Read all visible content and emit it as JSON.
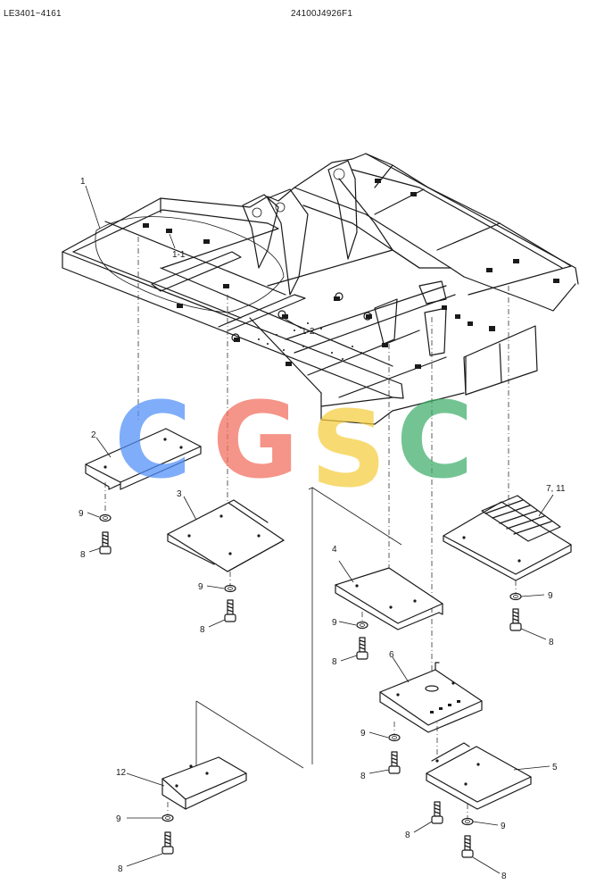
{
  "header": {
    "left": "LE3401~4161",
    "right": "24100J4926F1"
  },
  "watermark": {
    "letters": [
      {
        "char": "C",
        "color": "#4f8ef7"
      },
      {
        "char": "G",
        "color": "#f26b5b"
      },
      {
        "char": "S",
        "color": "#f5cd3c"
      },
      {
        "char": "C",
        "color": "#3fae6a"
      }
    ]
  },
  "labels": {
    "p1": "1",
    "p1_1": "1-1",
    "p1_2": "1-2",
    "p2": "2",
    "p3": "3",
    "p4": "4",
    "p5": "5",
    "p6": "6",
    "p7_11": "7, 11",
    "p12": "12",
    "p9": "9",
    "p8": "8"
  }
}
